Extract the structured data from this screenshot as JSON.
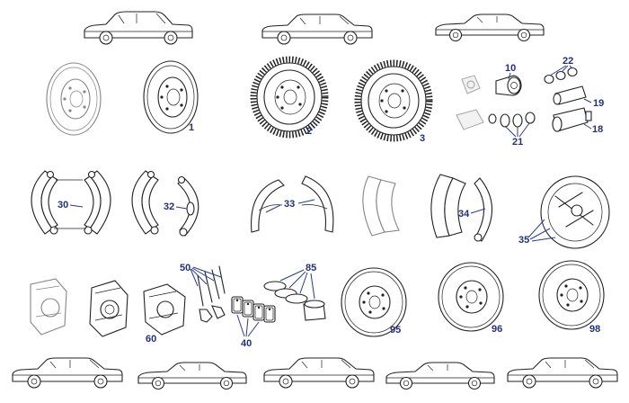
{
  "callouts": {
    "p1": "1",
    "p2": "2",
    "p3": "3",
    "p10": "10",
    "p18": "18",
    "p19": "19",
    "p21": "21",
    "p22": "22",
    "p30": "30",
    "p32": "32",
    "p33": "33",
    "p34": "34",
    "p35": "35",
    "p40": "40",
    "p50": "50",
    "p60": "60",
    "p85": "85",
    "p95": "95",
    "p96": "96",
    "p98": "98"
  },
  "icons": {
    "car": "car-sedan-icon",
    "drum": "brake-drum-icon",
    "finned_drum": "finned-brake-drum-icon",
    "shoe": "brake-shoe-icon",
    "caliper": "brake-caliper-icon",
    "pad": "brake-pad-icon",
    "disc": "brake-disc-icon",
    "cylinder": "wheel-cylinder-icon"
  },
  "colors": {
    "callout": "#23307a",
    "line_art": "#222222"
  }
}
